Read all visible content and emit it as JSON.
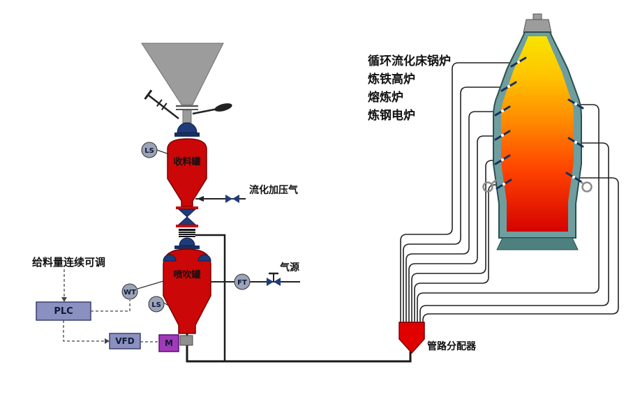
{
  "diagram": {
    "applications": [
      "循环流化床锅炉",
      "炼铁高炉",
      "熔炼炉",
      "炼钢电炉"
    ],
    "equipment": {
      "receiving_tank": "收料罐",
      "injection_tank": "喷吹罐",
      "distributor": "管路分配器"
    },
    "instruments": {
      "level_switch_upper": "LS",
      "level_switch_lower": "LS",
      "weight_transmitter": "WT",
      "flow_transmitter": "FT"
    },
    "controls": {
      "plc": "PLC",
      "vfd": "VFD",
      "motor": "M",
      "feed_note": "给料量连续可调"
    },
    "streams": {
      "fluidizing_gas": "流化加压气",
      "gas_source": "气源"
    },
    "colors": {
      "vessel_red": "#cc0707",
      "valve_blue": "#1f3c7a",
      "valve_dark": "#16305f",
      "instrument_gray": "#9aa3b8",
      "control_box": "#8a90c0",
      "motor_purple": "#a03ab8",
      "distributor_red": "#e00000",
      "furnace_shell": "#6f9e9e",
      "furnace_base": "#4f8080",
      "flame_top": "#f6e800",
      "flame_mid": "#ff8800",
      "flame_bottom": "#d40000",
      "hopper_gray": "#9c9c9c",
      "pipe_black": "#1a1a1a"
    }
  }
}
